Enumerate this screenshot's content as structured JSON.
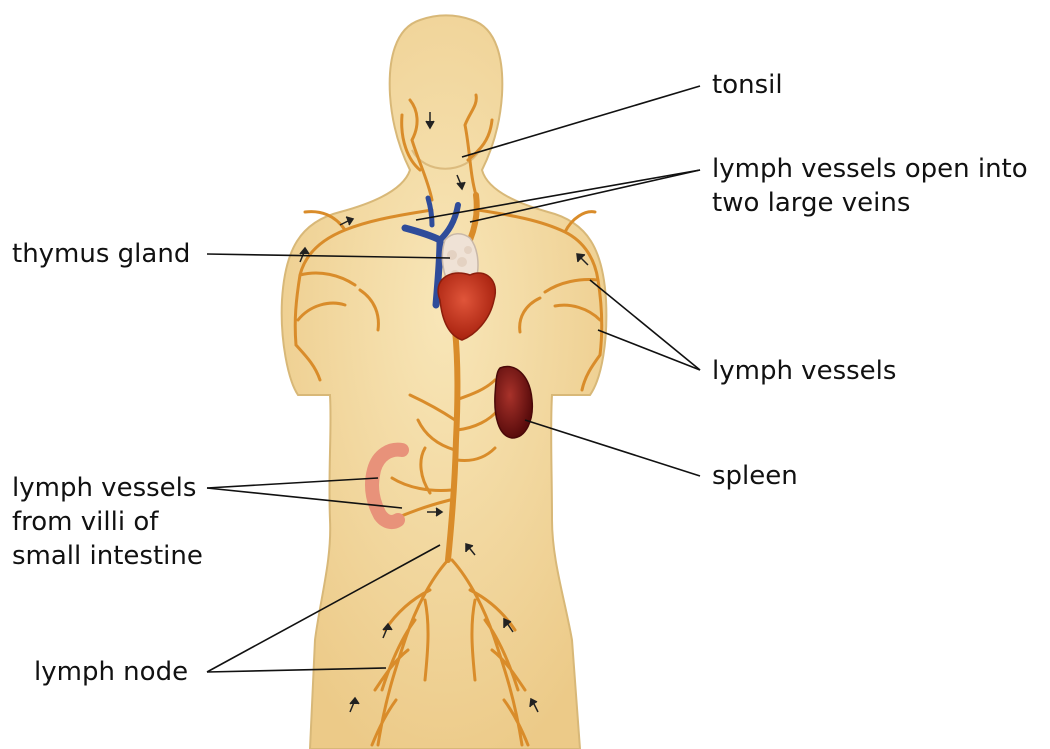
{
  "labels": {
    "tonsil": "tonsil",
    "lymph_vessels_open": [
      "lymph vessels open into",
      "two large veins"
    ],
    "thymus_gland": "thymus gland",
    "lymph_vessels": "lymph vessels",
    "spleen": "spleen",
    "lymph_vessels_villi": [
      "lymph vessels",
      "from villi of",
      "small intestine"
    ],
    "lymph_node": "lymph node"
  },
  "colors": {
    "skin": "#f3dca6",
    "skin_outline": "#d8b878",
    "lymph": "#d98c2a",
    "lymph_dark": "#b86a12",
    "vein": "#2f4c9a",
    "heart": "#c8321e",
    "spleen": "#7a1414",
    "thymus": "#efe2d6",
    "intestine": "#e8927a",
    "leader_line": "#111111"
  }
}
